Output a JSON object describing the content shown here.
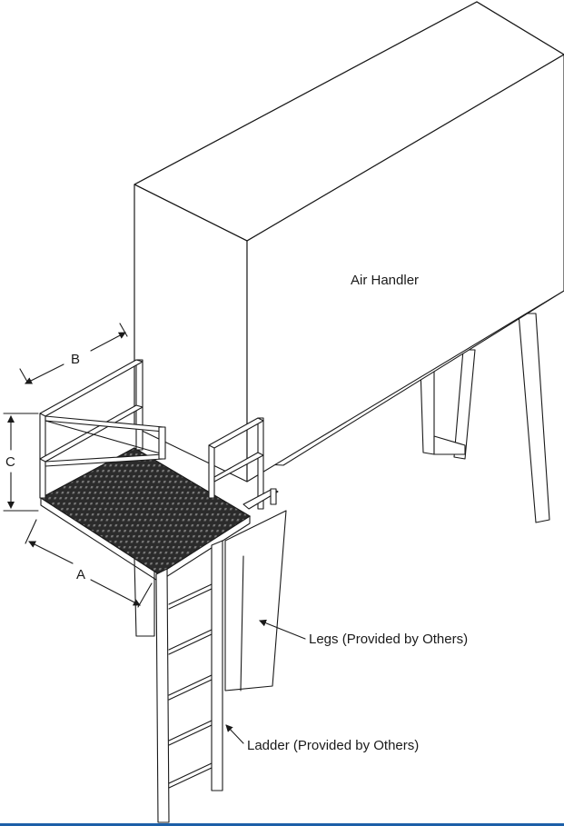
{
  "labels": {
    "air_handler": "Air Handler",
    "legs": "Legs (Provided by Others)",
    "ladder": "Ladder (Provided by Others)"
  },
  "dimensions": {
    "a": "A",
    "b": "B",
    "c": "C"
  },
  "colors": {
    "line": "#1a1a1a",
    "grating": "#2b2b2b",
    "bottom_rule": "#1c5fa8"
  }
}
